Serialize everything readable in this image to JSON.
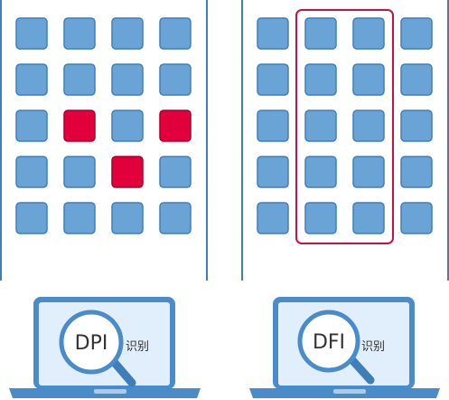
{
  "colors": {
    "cell_fill": "#6aa3d5",
    "cell_stroke": "#3f7fb8",
    "highlight_fill": "#e2003c",
    "highlight_stroke": "#a8002c",
    "panel_line": "#3f7fb8",
    "column_frame": "#c8123f",
    "laptop_frame": "#4a8cc9",
    "laptop_screen": "#e1eefb",
    "lens_ring": "#4a8cc9",
    "lens_fill": "#ffffff",
    "handle": "#3f7fb8"
  },
  "left_panel": {
    "rows": 5,
    "cols": 4,
    "highlighted_cells": [
      [
        2,
        1
      ],
      [
        2,
        3
      ],
      [
        3,
        2
      ]
    ]
  },
  "right_panel": {
    "rows": 5,
    "cols": 4,
    "highlighted_columns": [
      1,
      2
    ]
  },
  "left_laptop": {
    "lens_text": "DPI",
    "side_text": "识别",
    "icons": [
      "magnifier-icon",
      "laptop-icon"
    ]
  },
  "right_laptop": {
    "lens_text": "DFI",
    "side_text": "识别",
    "icons": [
      "magnifier-icon",
      "laptop-icon"
    ]
  }
}
